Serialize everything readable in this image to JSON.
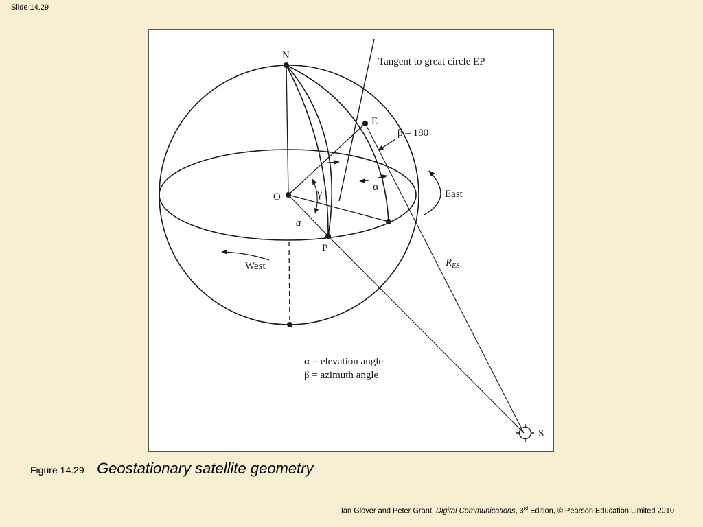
{
  "slide": {
    "label": "Slide 14.29"
  },
  "figure": {
    "labels": {
      "n": "N",
      "e": "E",
      "o": "O",
      "p": "P",
      "s": "S",
      "a": "a",
      "gamma": "γ",
      "alpha": "α",
      "beta": "β – 180",
      "east": "East",
      "west": "West",
      "res_r": "R",
      "res_sub": "ES",
      "tangent": "Tangent to great circle EP",
      "legend_alpha": "α = elevation angle",
      "legend_beta": "β = azimuth angle"
    },
    "caption": {
      "number": "Figure 14.29",
      "title": "Geostationary satellite geometry"
    }
  },
  "footer": {
    "authors": "Ian Glover and Peter Grant,",
    "book": "Digital Communications",
    "edition_num": ", 3",
    "edition_sup": "rd",
    "rest": " Edition, © Pearson Education Limited 2010"
  }
}
